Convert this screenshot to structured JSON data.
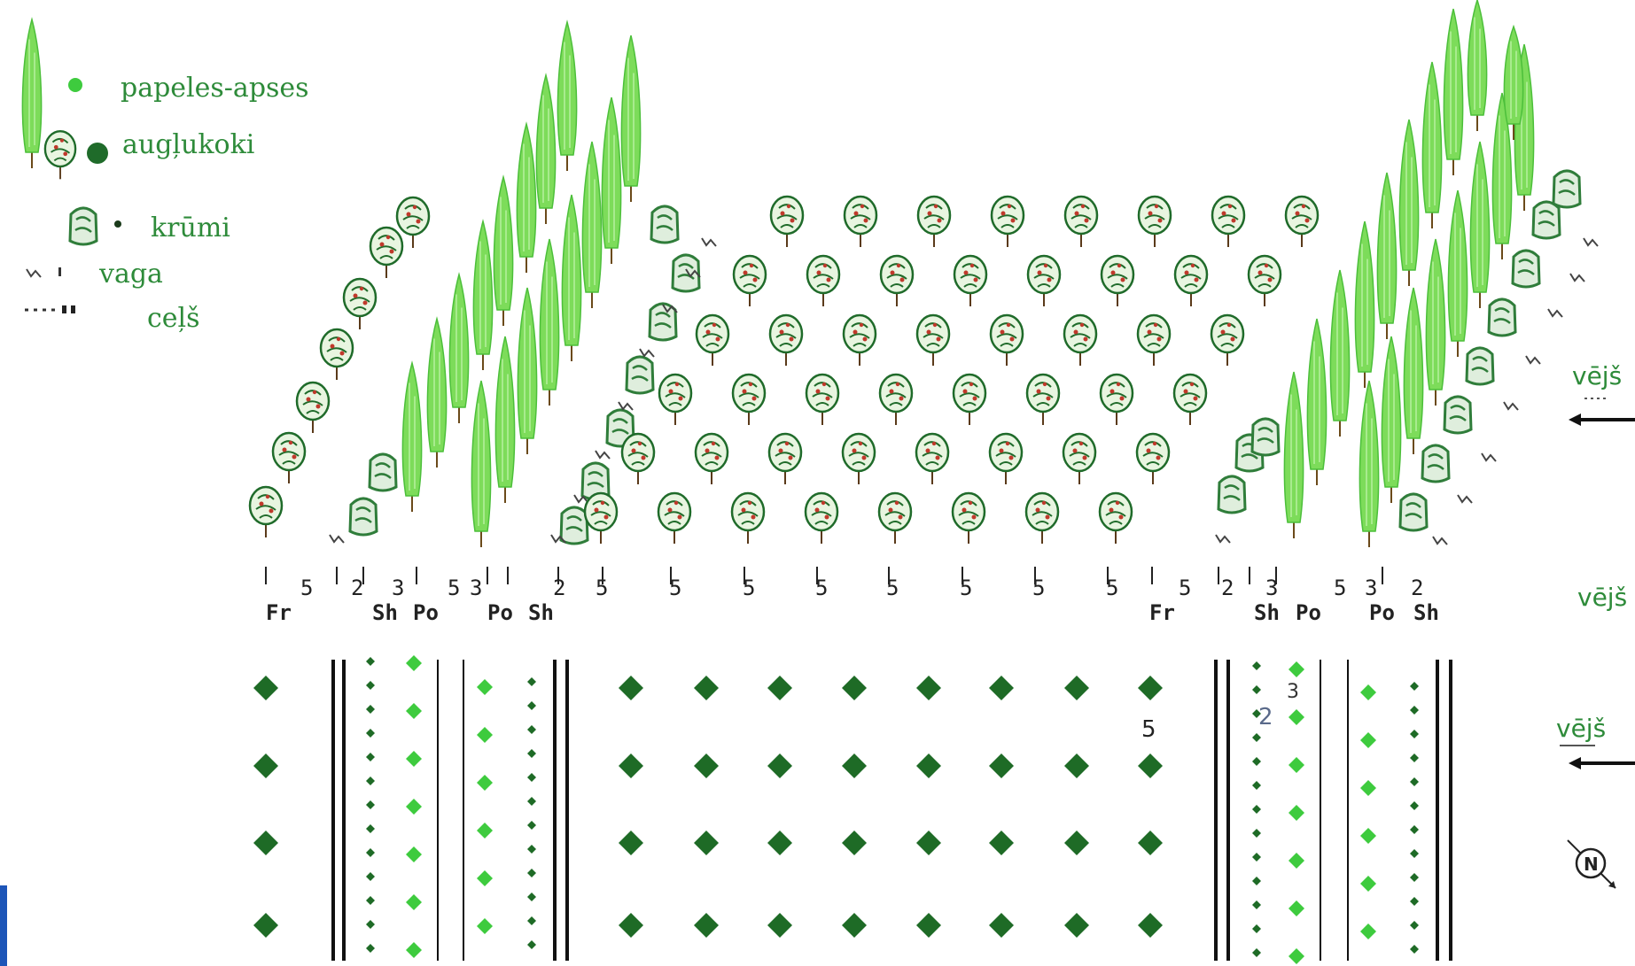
{
  "legend": {
    "items": [
      {
        "label": "papeles-apses",
        "icon": "poplar-icon"
      },
      {
        "label": "augļukoki",
        "icon": "fruit-tree-icon"
      },
      {
        "label": "krūmi",
        "icon": "shrub-icon"
      },
      {
        "label": "vaga",
        "icon": "furrow-icon"
      },
      {
        "label": "ceļš",
        "icon": "road-icon"
      }
    ]
  },
  "wind_labels": [
    "vējš",
    "vējš",
    "vējš"
  ],
  "compass_letter": "N",
  "colors": {
    "text_green": "#2e8b3a",
    "poplar": "#7ddc5a",
    "fruit_tree": "#1f6b2a",
    "shrub": "#2f7d3a",
    "dot_dark": "#1e6b26",
    "dot_light": "#3ecb3e",
    "line": "#111111",
    "left_bar": "#1d55b8"
  },
  "spacing_row": [
    {
      "code": "Fr",
      "spacing": "5"
    },
    {
      "code": "Sh",
      "spacing": "2"
    },
    {
      "code": "Po",
      "spacing": "3"
    },
    {
      "code": "",
      "spacing": "5"
    },
    {
      "code": "Po",
      "spacing": "3"
    },
    {
      "code": "Sh",
      "spacing": "2"
    },
    {
      "code": "",
      "spacing": "5"
    },
    {
      "code": "",
      "spacing": "5"
    },
    {
      "code": "",
      "spacing": "5"
    },
    {
      "code": "",
      "spacing": "5"
    },
    {
      "code": "",
      "spacing": "5"
    },
    {
      "code": "",
      "spacing": "5"
    },
    {
      "code": "",
      "spacing": "5"
    },
    {
      "code": "",
      "spacing": "5"
    },
    {
      "code": "Fr",
      "spacing": "5"
    },
    {
      "code": "Sh",
      "spacing": "2"
    },
    {
      "code": "Po",
      "spacing": "3"
    },
    {
      "code": "",
      "spacing": "5"
    },
    {
      "code": "Po",
      "spacing": "3"
    },
    {
      "code": "Sh",
      "spacing": "2"
    }
  ],
  "plan_annotations": {
    "five": "5",
    "three": "3",
    "two": "2"
  }
}
